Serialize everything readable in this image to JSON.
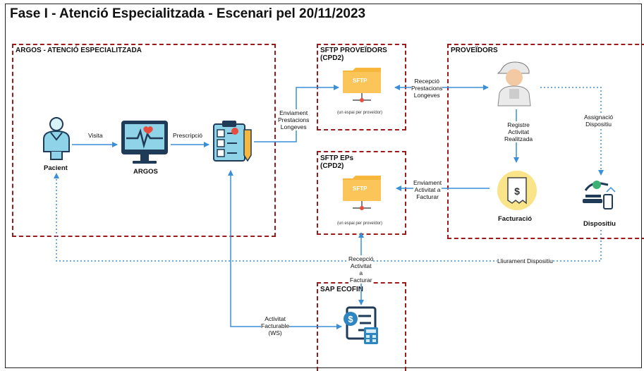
{
  "title": "Fase I - Atenció Especialitzada - Escenari pel 20/11/2023",
  "groups": {
    "argos": "ARGOS - ATENCIÓ ESPECIALITZADA",
    "sftp_proveidors": [
      "SFTP PROVEÏDORS",
      "(CPD2)"
    ],
    "sftp_eps": [
      "SFTP EPs",
      "(CPD2)"
    ],
    "proveidors": "PROVEÏDORS",
    "sap": "SAP ECOFIN"
  },
  "nodes": {
    "pacient": "Pacient",
    "argos": "ARGOS",
    "facturacio": "Facturació",
    "dispositiu": "Dispositiu",
    "sftp_icon_text_1": "SFTP",
    "sftp_icon_text_2": "SFTP",
    "sftp_note_1": "(un espai per proveïdor)",
    "sftp_note_2": "(un espai per proveïdor)"
  },
  "edges": {
    "visita": "Visita",
    "prescripcio": "Prescripció",
    "enviament_prestacions": [
      "Enviament",
      "Prestacions",
      "Longeves"
    ],
    "recepcio_prestacions": [
      "Recepció",
      "Prestacions",
      "Longeves"
    ],
    "registre_activitat": [
      "Registre",
      "Activitat",
      "Realitzada"
    ],
    "assignacio_dispositiu": [
      "Assignació",
      "Dispositiu"
    ],
    "enviament_activitat": [
      "Enviament",
      "Activitat a",
      "Facturar"
    ],
    "lliurament_dispositiu": "Lliurament Dispositiu",
    "recepcio_activitat": [
      "Recepció",
      "Activitat",
      "a",
      "Facturar"
    ],
    "activitat_facturable": [
      "Activitat",
      "Facturable",
      "(WS)"
    ]
  },
  "colors": {
    "frame_border": "#9c1a1a",
    "arrow": "#3b8fd9",
    "folder": "#f6b73c",
    "icon_dark": "#1f3b57",
    "icon_light": "#8fd3e8"
  }
}
